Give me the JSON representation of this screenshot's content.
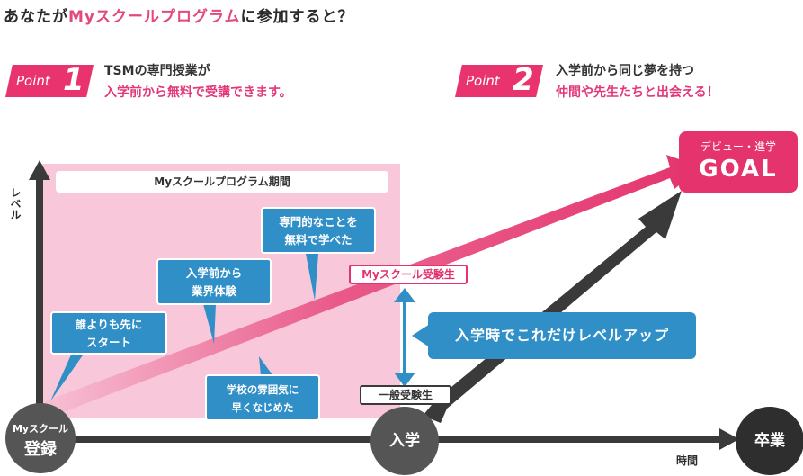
{
  "title": {
    "prefix": "あなたが",
    "highlight": "Myスクールプログラム",
    "suffix": "に参加すると？"
  },
  "points": [
    {
      "label": "Point",
      "number": "1",
      "line1": "TSMの専門授業が",
      "line2": "入学前から無料で受講できます。"
    },
    {
      "label": "Point",
      "number": "2",
      "line1": "入学前から同じ夢を持つ",
      "line2": "仲間や先生たちと出会える！"
    }
  ],
  "period_label": "Myスクールプログラム期間",
  "y_axis_label": "レベル",
  "x_axis_label": "時間",
  "bubbles": {
    "start": [
      "誰よりも先に",
      "スタート"
    ],
    "industry": [
      "入学前から",
      "業界体験"
    ],
    "specialty": [
      "専門的なことを",
      "無料で学べた"
    ],
    "atmosphere": [
      "学校の雰囲気に",
      "早くなじめた"
    ]
  },
  "tags": {
    "my_school": "Myスクール受験生",
    "general": "一般受験生"
  },
  "level_up": "入学時でこれだけレベルアップ",
  "goal": {
    "top": "デビュー・進学",
    "main": "GOAL"
  },
  "milestones": {
    "register": {
      "top": "Myスクール",
      "main": "登録"
    },
    "enroll": "入学",
    "graduate": "卒業"
  },
  "colors": {
    "pink": "#e4336d",
    "blue": "#2f8fc6",
    "period_bg": "#f8c8da",
    "dark": "#3a3a3a"
  }
}
